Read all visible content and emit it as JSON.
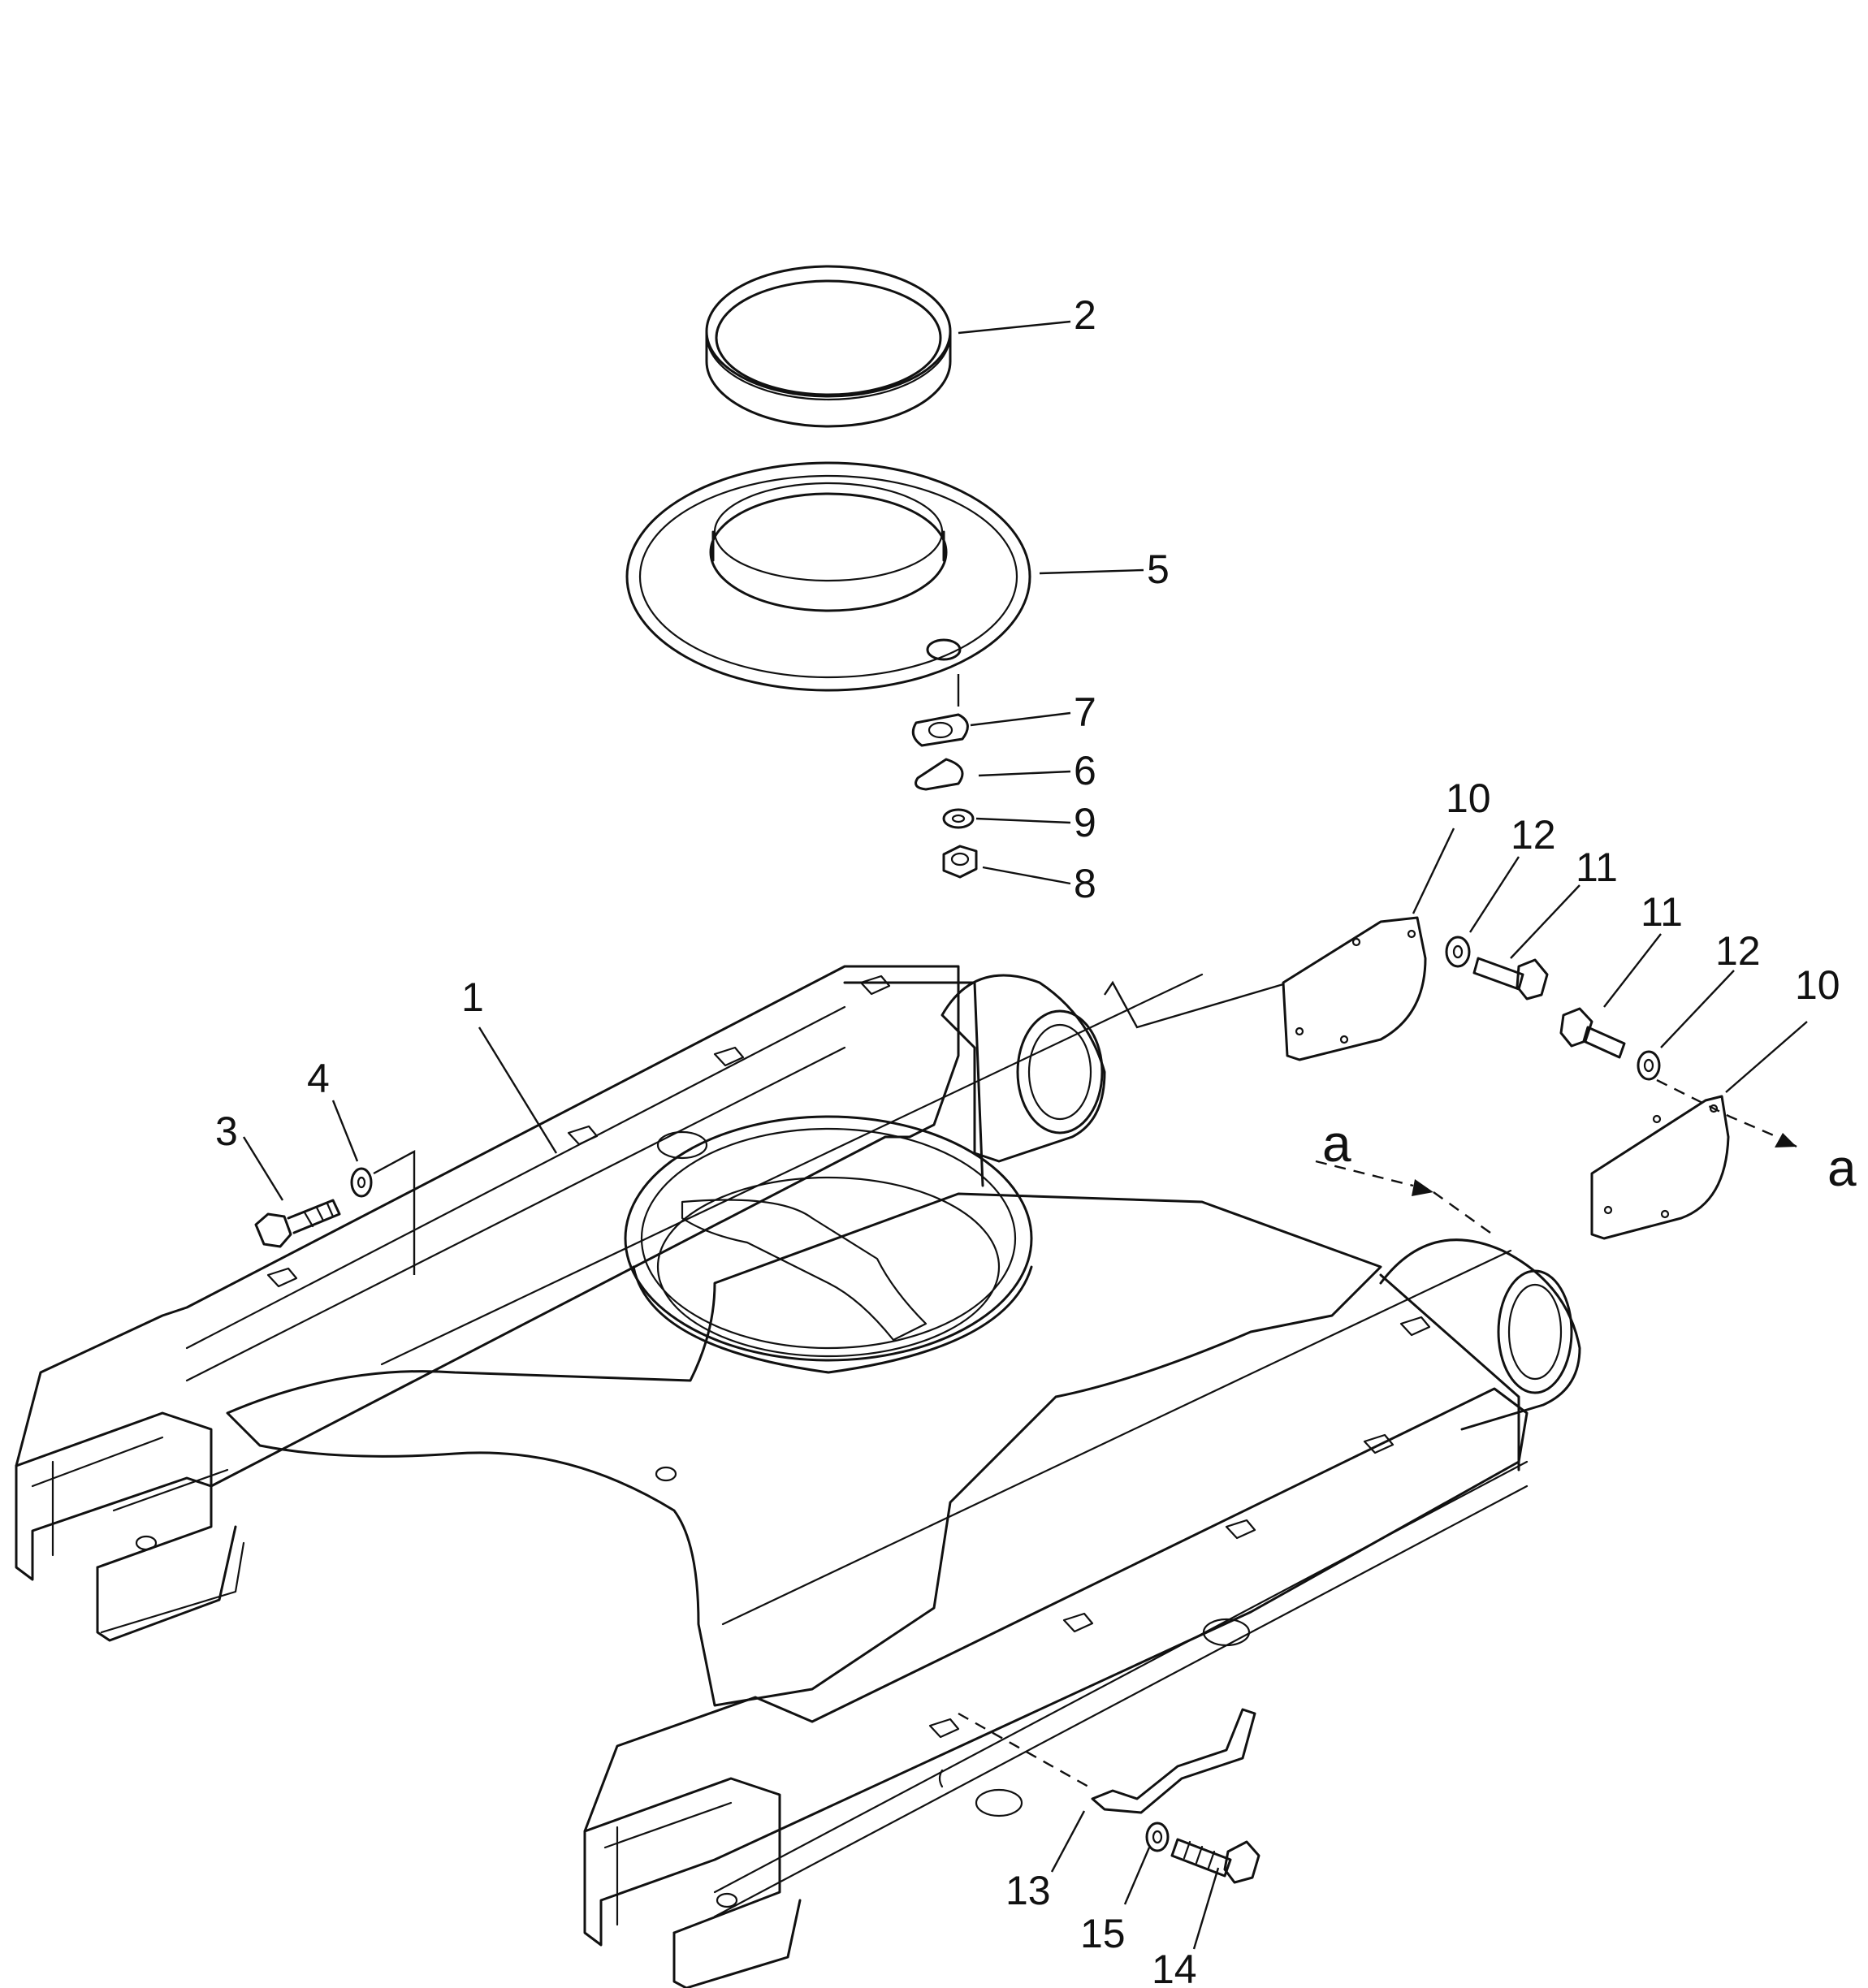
{
  "callouts": {
    "p1": "1",
    "p2": "2",
    "p3": "3",
    "p4": "4",
    "p5": "5",
    "p6": "6",
    "p7": "7",
    "p8": "8",
    "p9": "9",
    "p10a": "10",
    "p10b": "10",
    "p11a": "11",
    "p11b": "11",
    "p12a": "12",
    "p12b": "12",
    "p13": "13",
    "p14": "14",
    "p15": "15"
  },
  "view_marks": {
    "left": "a",
    "right": "a"
  }
}
